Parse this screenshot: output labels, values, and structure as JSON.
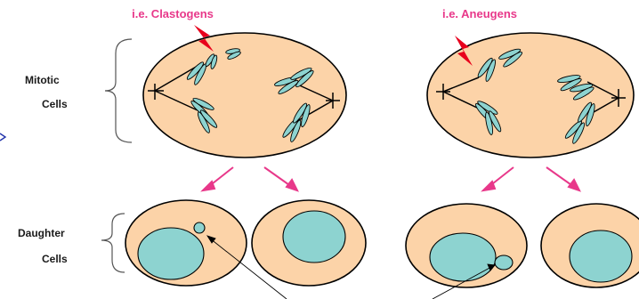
{
  "title_clastogens": "i.e. Clastogens",
  "title_aneugens": "i.e. Aneugens",
  "label_mitotic_1": "Mitotic",
  "label_mitotic_2": "Cells",
  "label_daughter_1": "Daughter",
  "label_daughter_2": "Cells",
  "colors": {
    "cell_fill": "#fcd3a8",
    "chromosome_fill": "#8dd3d0",
    "nucleus_fill": "#8dd3d0",
    "pink": "#e8388a",
    "red": "#e8001c",
    "blue_mark": "#2233aa"
  },
  "icons": [
    "lightning-bolt-icon",
    "spindle-pole-icon",
    "chromosome-icon",
    "micronucleus-icon",
    "arrow-icon",
    "brace-icon"
  ]
}
